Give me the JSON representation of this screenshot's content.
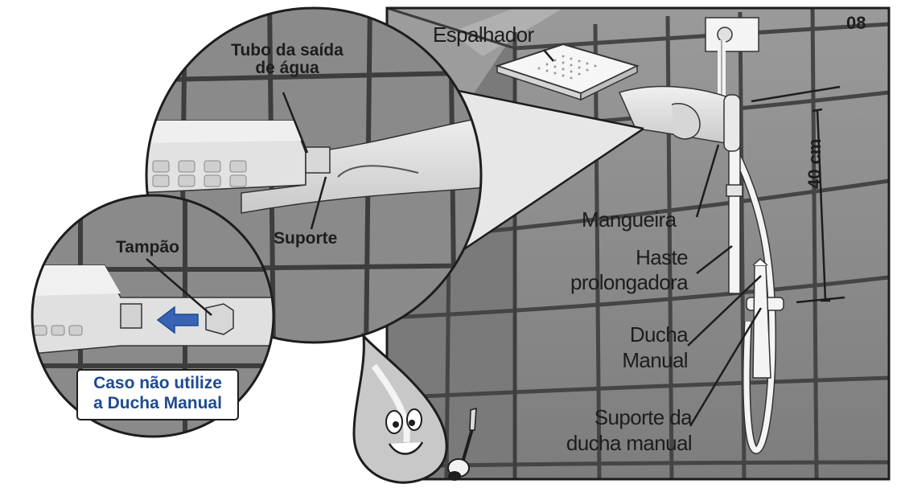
{
  "page_number": "08",
  "labels": {
    "espalhador": "Espalhador",
    "tubo_line1": "Tubo da saída",
    "tubo_line2": "de água",
    "suporte": "Suporte",
    "tampao": "Tampão",
    "caso_line1": "Caso não utilize",
    "caso_line2": "a Ducha Manual",
    "mangueira": "Mangueira",
    "haste_line1": "Haste",
    "haste_line2": "prolongadora",
    "ducha_line1": "Ducha",
    "ducha_line2": "Manual",
    "suporte_ducha_line1": "Suporte da",
    "suporte_ducha_line2": "ducha manual",
    "dimension": "40 cm"
  },
  "colors": {
    "wall": "#878787",
    "grout": "#454545",
    "fixture": "#e6e6e6",
    "accent_blue": "#1d4b91",
    "arrow_blue": "#3a63b3"
  }
}
